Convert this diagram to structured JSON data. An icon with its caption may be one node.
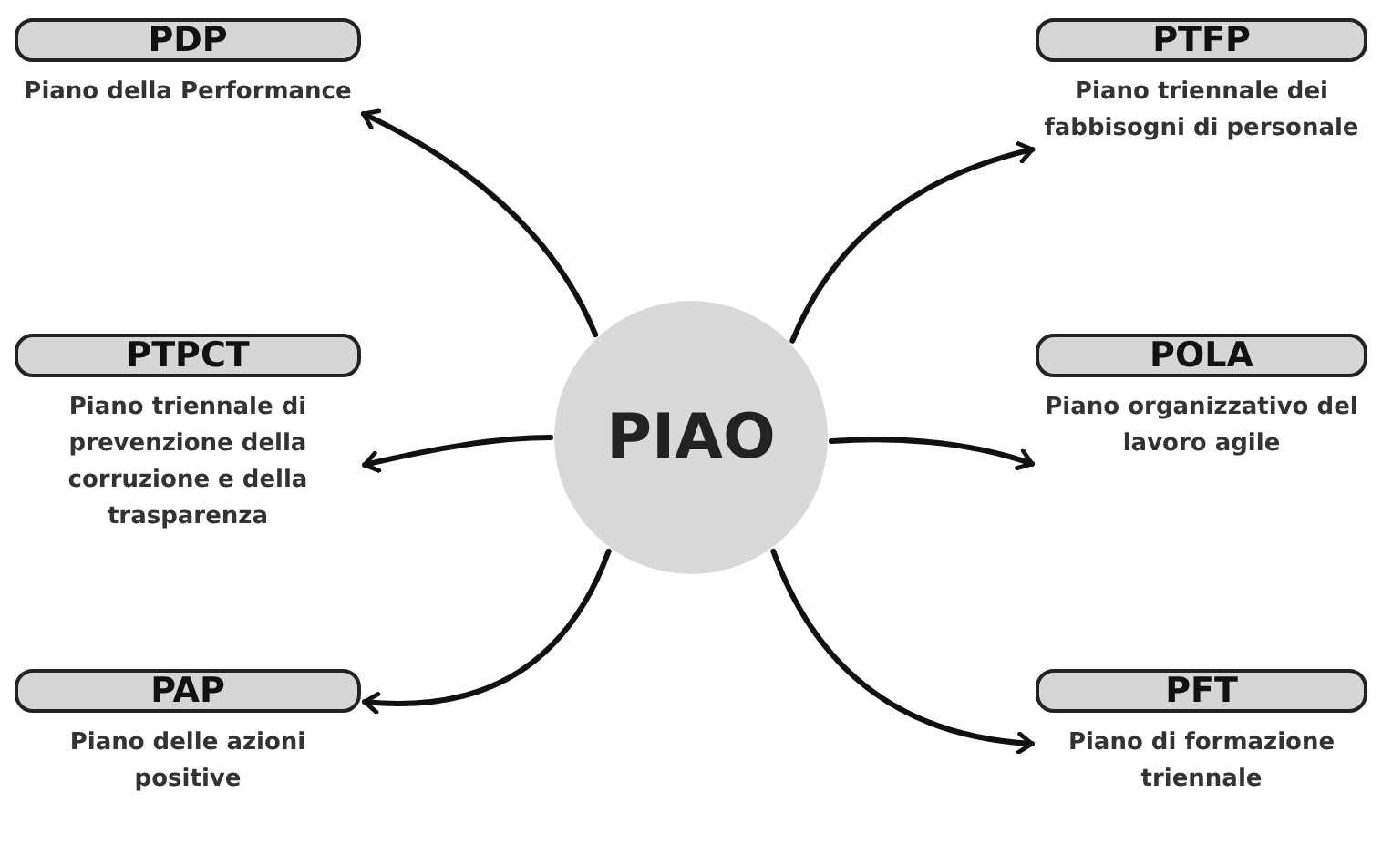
{
  "diagram": {
    "nodes": [
      {
        "text": [
          "PIAO"
        ]
      },
      {
        "text": [
          "PDP",
          "Piano della Performance"
        ]
      },
      {
        "text": [
          "PTFP",
          "Piano triennale dei fabbisogni di personale"
        ]
      },
      {
        "text": [
          "PTPCT",
          "Piano triennale di prevenzione della corruzione e della trasparenza"
        ]
      },
      {
        "text": [
          "POLA",
          "Piano organizzativo del lavoro agile"
        ]
      },
      {
        "text": [
          "PAP",
          "Piano delle azioni positive"
        ]
      },
      {
        "text": [
          "PFT",
          "Piano di formazione triennale"
        ]
      }
    ],
    "edges": [
      {
        "from": 0,
        "to": 1,
        "arrow": "to"
      },
      {
        "from": 0,
        "to": 2,
        "arrow": "to"
      },
      {
        "from": 0,
        "to": 3,
        "arrow": "to"
      },
      {
        "from": 0,
        "to": 4,
        "arrow": "to"
      },
      {
        "from": 0,
        "to": 5,
        "arrow": "to"
      },
      {
        "from": 0,
        "to": 6,
        "arrow": "to"
      }
    ]
  }
}
